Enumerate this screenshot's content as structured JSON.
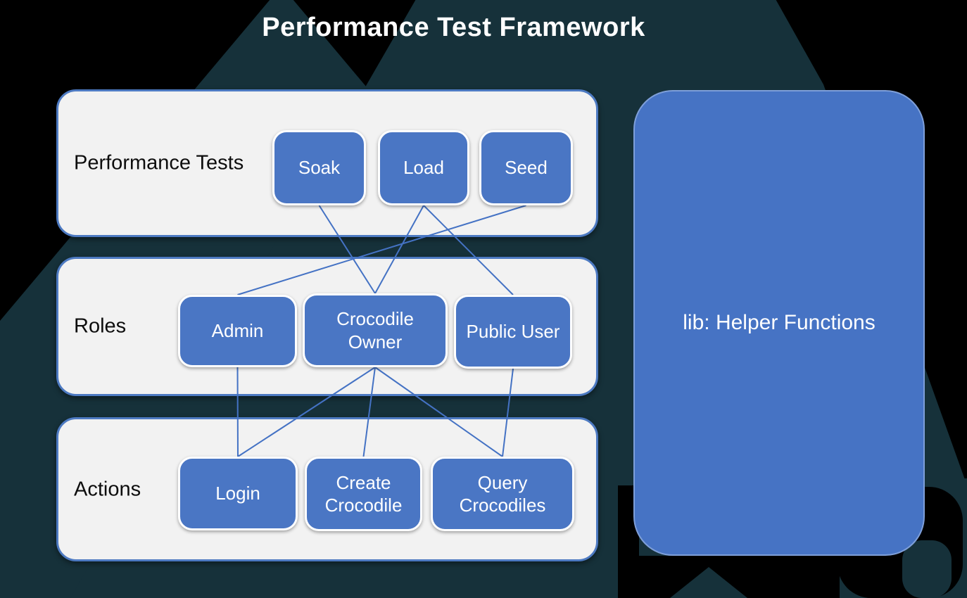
{
  "title": "Performance Test Framework",
  "rows": [
    {
      "id": "tests",
      "label": "Performance Tests",
      "nodes": [
        {
          "id": "soak",
          "label": "Soak"
        },
        {
          "id": "load",
          "label": "Load"
        },
        {
          "id": "seed",
          "label": "Seed"
        }
      ]
    },
    {
      "id": "roles",
      "label": "Roles",
      "nodes": [
        {
          "id": "admin",
          "label": "Admin"
        },
        {
          "id": "croc_owner",
          "label": "Crocodile Owner"
        },
        {
          "id": "public_user",
          "label": "Public User"
        }
      ]
    },
    {
      "id": "actions",
      "label": "Actions",
      "nodes": [
        {
          "id": "login",
          "label": "Login"
        },
        {
          "id": "create_croc",
          "label": "Create Crocodile"
        },
        {
          "id": "query_crocs",
          "label": "Query Crocodiles"
        }
      ]
    }
  ],
  "lib_box": {
    "label": "lib: Helper Functions"
  },
  "edges": [
    [
      "soak",
      "croc_owner"
    ],
    [
      "load",
      "croc_owner"
    ],
    [
      "load",
      "public_user"
    ],
    [
      "seed",
      "admin"
    ],
    [
      "admin",
      "login"
    ],
    [
      "croc_owner",
      "login"
    ],
    [
      "croc_owner",
      "create_croc"
    ],
    [
      "croc_owner",
      "query_crocs"
    ],
    [
      "public_user",
      "query_crocs"
    ]
  ],
  "colors": {
    "background": "#000000",
    "mountain": "#16313a",
    "panel_fill": "#f2f2f2",
    "panel_border": "#4d7ac2",
    "node_fill": "#4a76c4",
    "node_border": "#ffffff",
    "node_text": "#ffffff",
    "lib_fill": "#4673c4",
    "lib_border": "#7e9fd9",
    "connector": "#4472c4",
    "title_text": "#ffffff",
    "label_text": "#0d0d0d"
  }
}
